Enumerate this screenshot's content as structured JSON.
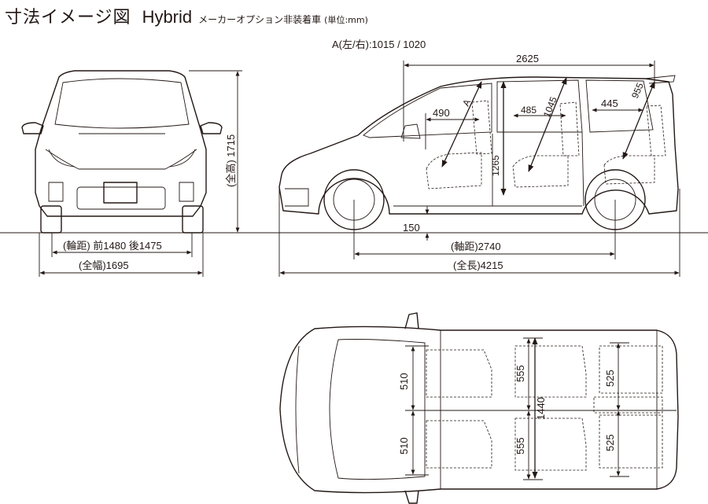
{
  "title": {
    "main": "寸法イメージ図",
    "model": "Hybrid",
    "note": "メーカーオプション非装着車",
    "unit": "(単位:mm)"
  },
  "front_view": {
    "height_label": "(全高) 1715",
    "tread_label": "(輪距) 前1480  後1475",
    "width_label": "(全幅)1695"
  },
  "side_view": {
    "a_label": "A(左/右):1015 / 1020",
    "cabin_length": "2625",
    "a_marker": "A",
    "d490": "490",
    "d485": "485",
    "d1045": "1045",
    "d445": "445",
    "d955": "955",
    "d1265": "1265",
    "ground_clearance": "150",
    "wheelbase_label": "(軸距)2740",
    "length_label": "(全長)4215"
  },
  "top_view": {
    "front_seat_left": "510",
    "front_seat_right": "510",
    "mid_seat_upper": "555",
    "mid_seat_lower": "555",
    "cabin_width": "1440",
    "rear_seat_upper": "525",
    "rear_seat_lower": "525"
  }
}
